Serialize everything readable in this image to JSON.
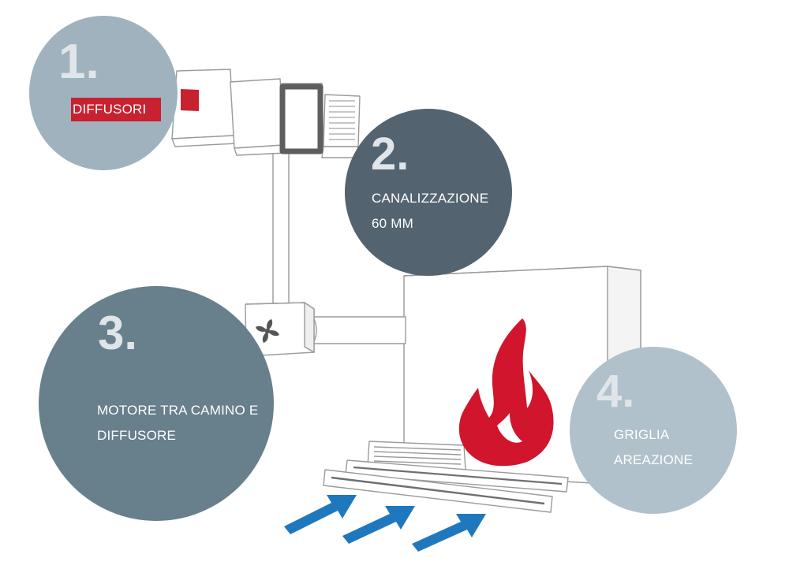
{
  "steps": [
    {
      "number": "1.",
      "lines": [
        "DIFFUSORI"
      ]
    },
    {
      "number": "2.",
      "lines": [
        "CANALIZZAZIONE",
        "60 MM"
      ]
    },
    {
      "number": "3.",
      "lines": [
        "MOTORE TRA CAMINO E",
        "DIFFUSORE"
      ]
    },
    {
      "number": "4.",
      "lines": [
        "GRIGLIA",
        "AREAZIONE"
      ]
    }
  ],
  "icons": [
    "fan-icon",
    "flame-icon",
    "airflow-arrow-icon"
  ],
  "colors": {
    "circle_1": "#9fb2be",
    "circle_2": "#536470",
    "circle_3": "#687f8c",
    "circle_4": "#b1c1cb",
    "label_highlight": "#c8212f",
    "flame": "#d0152c",
    "arrows": "#1f78bd",
    "line_art": "#9a9a9a"
  }
}
